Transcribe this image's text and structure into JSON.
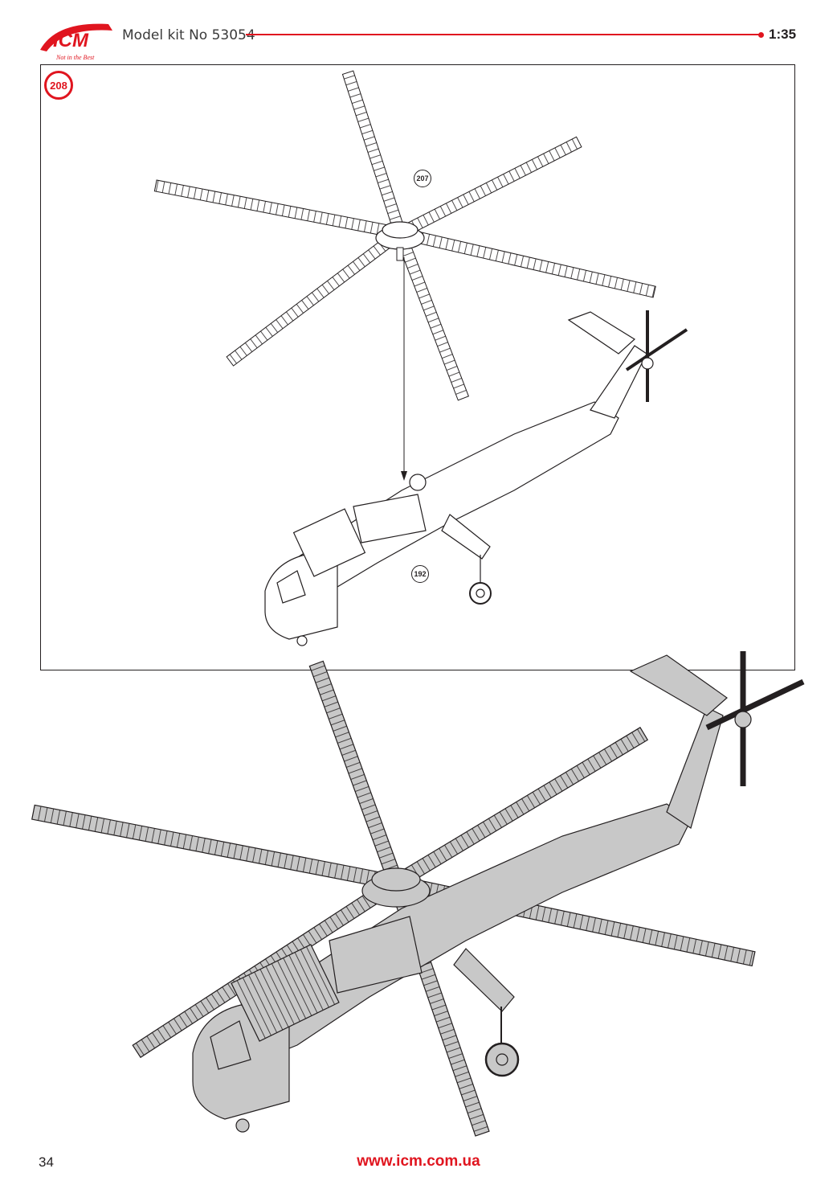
{
  "header": {
    "brand": "ICM",
    "tagline": "Not in the Best",
    "title": "Model kit No 53054",
    "scale": "1:35"
  },
  "step": {
    "number": "208",
    "callouts": [
      "207",
      "192"
    ]
  },
  "footer": {
    "page_number": "34",
    "website": "www.icm.com.ua"
  },
  "colors": {
    "accent_red": "#e0151f",
    "line": "#231f20",
    "fill_gray": "#c8c8c8"
  }
}
